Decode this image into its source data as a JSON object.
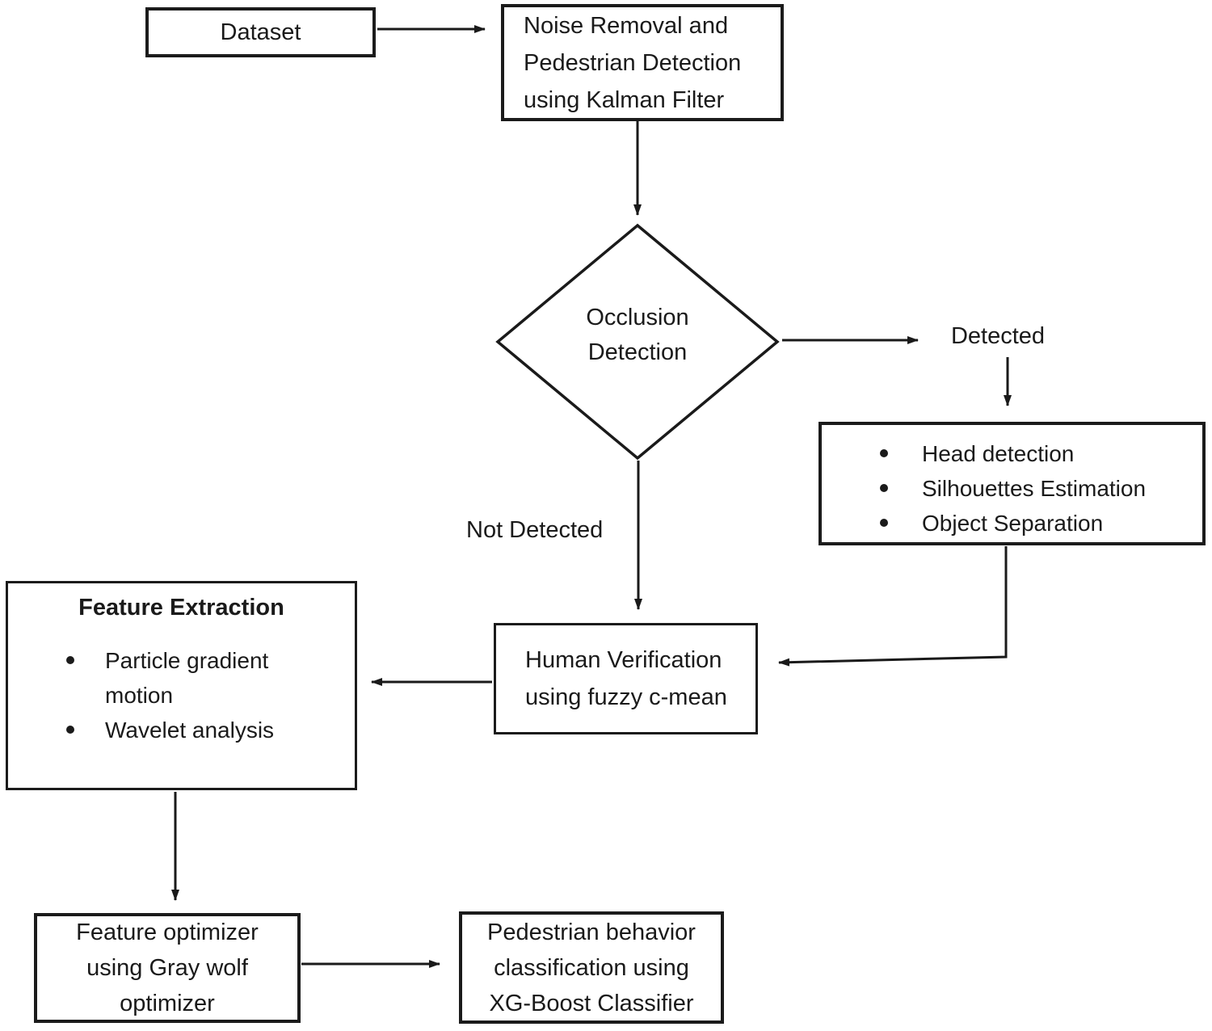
{
  "figure": {
    "type": "flowchart",
    "colors": {
      "background": "#ffffff",
      "line": "#1a1a1a",
      "text": "#1a1a1a"
    },
    "nodes": {
      "dataset": {
        "label": "Dataset"
      },
      "noise_removal": {
        "lines": [
          "Noise Removal and",
          "Pedestrian Detection",
          "using Kalman Filter"
        ]
      },
      "occlusion_decision": {
        "lines": [
          "Occlusion",
          "Detection"
        ]
      },
      "occlusion_steps": {
        "items": [
          "Head detection",
          "Silhouettes Estimation",
          "Object Separation"
        ]
      },
      "human_verification": {
        "lines": [
          "Human Verification",
          "using fuzzy c-mean"
        ]
      },
      "feature_extraction": {
        "title": "Feature Extraction",
        "items": [
          "Particle gradient motion",
          "Wavelet analysis"
        ]
      },
      "feature_optimizer": {
        "lines": [
          "Feature optimizer",
          "using Gray wolf",
          "optimizer"
        ]
      },
      "classifier": {
        "lines": [
          "Pedestrian behavior",
          "classification using",
          "XG-Boost Classifier"
        ]
      }
    },
    "edge_labels": {
      "detected": "Detected",
      "not_detected": "Not Detected"
    }
  }
}
